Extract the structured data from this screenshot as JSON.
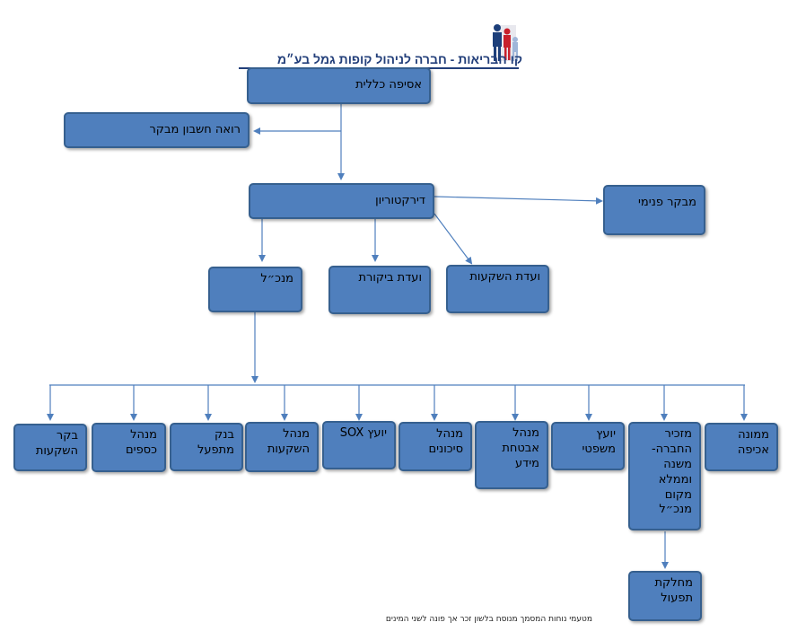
{
  "header": {
    "title": "קו הבריאות - חברה לניהול קופות גמל בע״מ",
    "logo_icon": "family-icon"
  },
  "nodes": {
    "general_assembly": "אסיפה כללית",
    "auditor": "רואה חשבון מבקר",
    "board": "דירקטוריון",
    "internal_auditor": "מבקר פנימי",
    "ceo": "מנכ״ל",
    "audit_committee": "ועדת ביקורת",
    "investment_committee": "ועדת השקעות",
    "investment_controller": "בקר השקעות",
    "finance_manager": "מנהל כספים",
    "operating_bank": "בנק מתפעל",
    "investment_manager": "מנהל השקעות",
    "sox_advisor": "יועץ SOX",
    "risk_manager": "מנהל סיכונים",
    "infosec_manager": "מנהל אבטחת מידע",
    "legal_advisor": "יועץ משפטי",
    "company_secretary": "מזכיר החברה- משנה וממלא מקום מנכ״ל",
    "enforcement_officer": "ממונה אכיפה",
    "operations_dept": "מחלקת תפעול"
  },
  "footer": {
    "note": "מטעמי נוחות המסמך מנוסח בלשון זכר אך פונה לשני המינים"
  },
  "colors": {
    "box_fill": "#4f7fbd",
    "box_border": "#36608f",
    "connector": "#4f7fbd",
    "title": "#233f7a"
  }
}
